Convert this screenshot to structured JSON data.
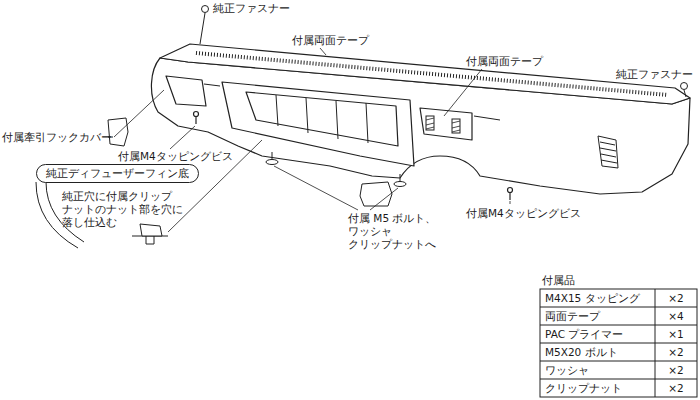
{
  "diagram": {
    "nodes": [
      {
        "text": [
          "純正ディフューザーフィン底"
        ]
      }
    ],
    "labels": [
      "純正ファスナー",
      "付属両面テープ",
      "付属両面テープ",
      "純正ファスナー",
      "付属牽引フックカバー",
      "付属M4タッピングビス",
      "純正穴に付属クリップ ナットのナット部を穴に 落し仕込む",
      "付属 M5 ボルト、 ワッシャ クリップナットへ",
      "付属M4タッピングビス",
      "付属品",
      "M4X15 タッピング",
      "×2",
      "両面テープ",
      "×4",
      "PAC プライマー",
      "×1",
      "M5X20 ボルト",
      "×2",
      "ワッシャ",
      "×2",
      "クリップナット",
      "×2"
    ]
  }
}
